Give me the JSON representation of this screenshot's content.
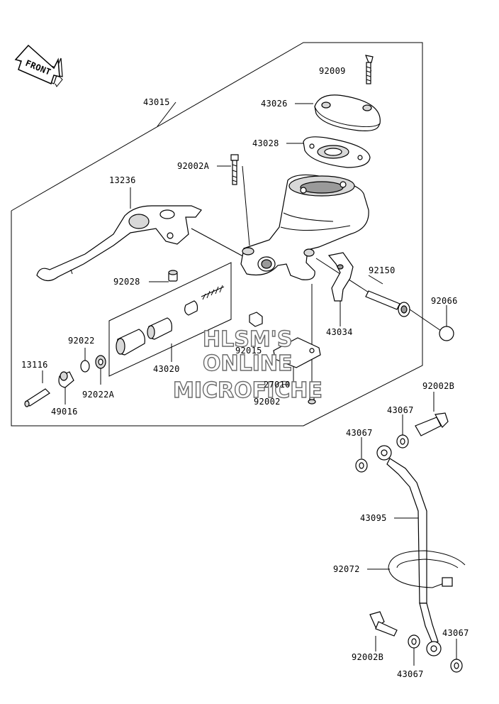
{
  "front_label": "FRONT",
  "labels": {
    "p43015": "43015",
    "p92009": "92009",
    "p43026": "43026",
    "p43028": "43028",
    "p92002A": "92002A",
    "p13236": "13236",
    "p92028": "92028",
    "p43020": "43020",
    "p92022": "92022",
    "p92022A": "92022A",
    "p13116": "13116",
    "p49016": "49016",
    "p92015": "92015",
    "p27010": "27010",
    "p92002": "92002",
    "p92150": "92150",
    "p43034": "43034",
    "p92066": "92066",
    "p92002B_top": "92002B",
    "p43067_a": "43067",
    "p43067_b": "43067",
    "p43095": "43095",
    "p92072": "92072",
    "p92002B_bottom": "92002B",
    "p43067_c": "43067",
    "p43067_d": "43067"
  },
  "watermark": {
    "line1": "HLSM'S",
    "line2": "ONLINE",
    "line3": "MICROFICHE"
  }
}
